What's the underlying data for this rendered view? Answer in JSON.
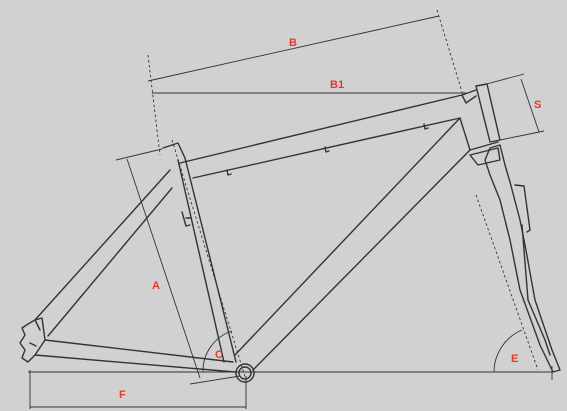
{
  "colors": {
    "background": "#d1d1d1",
    "line": "#333333",
    "label": "#e63a24"
  },
  "labels": {
    "top_tube_length": "B",
    "top_tube_effective": "B1",
    "head_tube": "S",
    "seat_tube": "A",
    "seat_angle": "C",
    "head_angle": "E",
    "chainstay": "F"
  }
}
